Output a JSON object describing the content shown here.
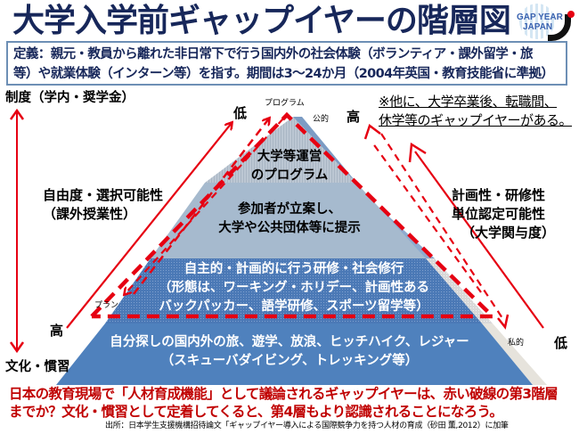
{
  "header": {
    "title": "大学入学前ギャップイヤーの階層図",
    "logo": {
      "line1": "GAP YEAR",
      "line2": "JAPAN"
    }
  },
  "definition": {
    "line1": "定義：親元・教員から離れた非日常下で行う国内外の社会体験（ボランティア・課外留学・旅",
    "line2": "等）や就業体験（インターン等）を指す。期間は3～24か月（2004年英国・教育技能省に準拠）"
  },
  "note": {
    "line1": "※他に、大学卒業後、転職間、",
    "line2": "休学等のギャップイヤーがある。"
  },
  "left_axis": {
    "top_label": "制度（学内・奨学金）",
    "bottom_label": "文化・慣習",
    "dimension_line1": "自由度・選択可能性",
    "dimension_line2": "（課外授業性）",
    "low": "低",
    "high": "高"
  },
  "right_axis": {
    "dimension_line1": "計画性・研修性",
    "dimension_line2": "単位認定可能性",
    "dimension_line3": "（大学関与度）",
    "high": "高",
    "low": "低"
  },
  "arrow_labels": {
    "program": "プログラム",
    "plan": "プラン",
    "public": "公的",
    "private": "私的"
  },
  "pyramid": {
    "layers": [
      {
        "level": 1,
        "line1": "大学等運営",
        "line2": "のプログラム"
      },
      {
        "level": 2,
        "line1": "参加者が立案し、",
        "line2": "大学や公共団体等に提示"
      },
      {
        "level": 3,
        "line1": "自主的・計画的に行う研修・社会修行",
        "line2": "（形態は、ワーキング・ホリデー、計画性ある",
        "line3": "バックパッカー、語学研修、スポーツ留学等）"
      },
      {
        "level": 4,
        "line1": "自分探しの国内外の旅、遊学、放浪、ヒッチハイク、レジャー",
        "line2": "（スキューバダイビング、トレッキング等）"
      }
    ],
    "colors": {
      "layer1": "#b7c3d0",
      "layer2": "#a4b9cf",
      "layer3": "#4a78b5",
      "layer4": "#4f81bd",
      "shadow": "#7a99bf",
      "accent_red": "#e60012"
    }
  },
  "conclusion": {
    "line1": "日本の教育現場で「人材育成機能」として議論されるギャップイヤーは、赤い破線の第3階層",
    "line2": "までか？文化・慣習として定着してくると、第4層もより認識されることになろう。"
  },
  "source": "出所：日本学生支援機構招待論文「ギャップイヤー導入による国際競争力を持つ人材の育成（砂田 薫,2012）に加筆"
}
